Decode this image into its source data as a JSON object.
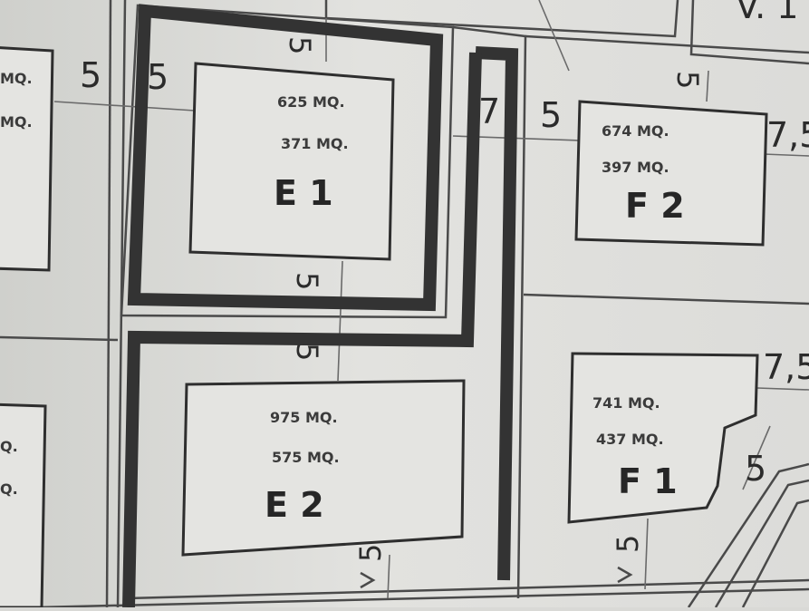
{
  "lots": [
    {
      "id": "E1",
      "label": "E 1",
      "area_1": "625 MQ.",
      "area_2": "371 MQ."
    },
    {
      "id": "E2",
      "label": "E 2",
      "area_1": "975 MQ.",
      "area_2": "575 MQ."
    },
    {
      "id": "F1",
      "label": "F 1",
      "area_1": "741 MQ.",
      "area_2": "437 MQ."
    },
    {
      "id": "F2",
      "label": "F 2",
      "area_1": "674 MQ.",
      "area_2": "397 MQ."
    }
  ],
  "left_partial": {
    "top": [
      "MQ.",
      "MQ."
    ],
    "bottom": [
      "Q.",
      "Q."
    ]
  },
  "distances": {
    "five": "5",
    "seven": "7",
    "seven_five": "7,5",
    "v_label": "V. 1"
  }
}
